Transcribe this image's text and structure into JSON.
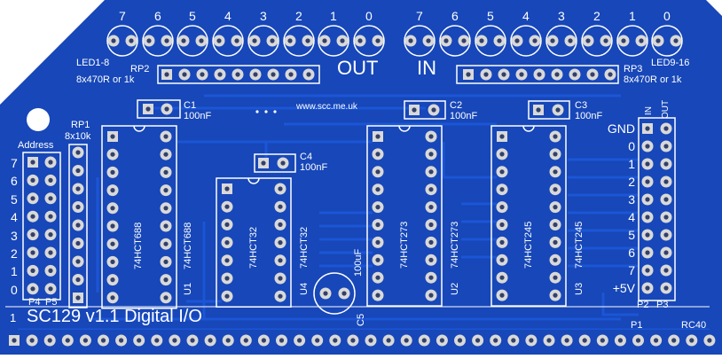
{
  "board": {
    "name": "SC129",
    "title": "SC129  v1.1 Digital I/O",
    "pin1_marker": "1",
    "website": "www.scc.me.uk",
    "connector": "RC40",
    "bus_label": "P1"
  },
  "leds": {
    "out_numbers": [
      "7",
      "6",
      "5",
      "4",
      "3",
      "2",
      "1",
      "0"
    ],
    "in_numbers": [
      "7",
      "6",
      "5",
      "4",
      "3",
      "2",
      "1",
      "0"
    ],
    "left_label": "LED1-8",
    "right_label": "LED9-16"
  },
  "resistor_packs": {
    "rp2": {
      "name": "RP2",
      "value": "8x470R or 1k"
    },
    "rp3": {
      "name": "RP3",
      "value": "8x470R or 1k"
    },
    "rp1": {
      "name": "RP1",
      "value": "8x10k"
    }
  },
  "port_labels": {
    "out": "OUT",
    "in": "IN"
  },
  "capacitors": {
    "c1": {
      "name": "C1",
      "value": "100nF"
    },
    "c2": {
      "name": "C2",
      "value": "100nF"
    },
    "c3": {
      "name": "C3",
      "value": "100nF"
    },
    "c4": {
      "name": "C4",
      "value": "100nF"
    },
    "c5": {
      "name": "C5",
      "value": "100uF"
    }
  },
  "address": {
    "title": "Address",
    "bits": [
      "7",
      "6",
      "5",
      "4",
      "3",
      "2",
      "1",
      "0"
    ],
    "headers": [
      "P4",
      "P5"
    ]
  },
  "chips": {
    "u1": {
      "ref": "U1",
      "part": "74HCT688"
    },
    "u4": {
      "ref": "U4",
      "part": "74HCT32"
    },
    "u2": {
      "ref": "U2",
      "part": "74HCT273"
    },
    "u3": {
      "ref": "U3",
      "part": "74HCT245"
    }
  },
  "io_header": {
    "rows": [
      "GND",
      "0",
      "1",
      "2",
      "3",
      "4",
      "5",
      "6",
      "7",
      "+5V"
    ],
    "col_in": "IN",
    "col_out": "OUT",
    "headers": [
      "P2",
      "P3"
    ]
  },
  "colors": {
    "pcb": "#1747b8",
    "copper": "#1b56d6",
    "silk": "#ffffff",
    "pad": "#d9d9d9"
  }
}
